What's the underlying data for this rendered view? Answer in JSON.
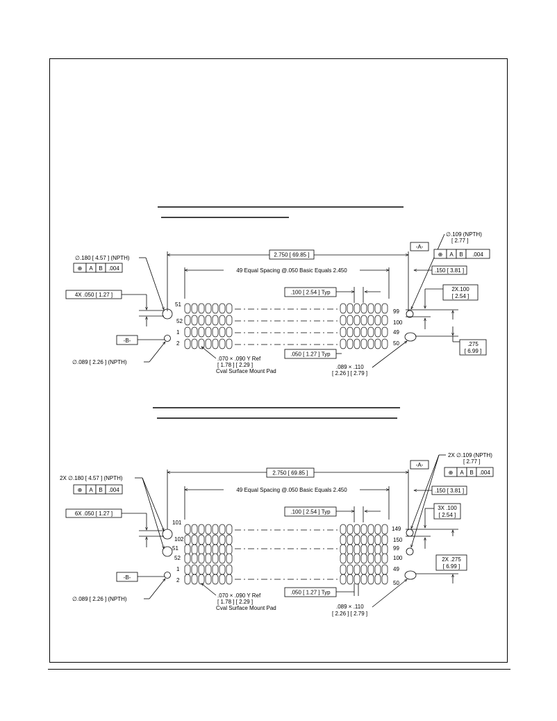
{
  "view1": {
    "overall_dim": "2.750 [ 69.85 ]",
    "spacing_dim": "49 Equal Spacing @.050 Basic Equals 2.450",
    "pitch_typ": ".100 [ 2.54 ] Typ",
    "row_pitch_typ": ".050 [ 1.27 ] Typ",
    "large_hole": "∅.180 [ 4.57 ] (NPTH)",
    "small_hole": "∅.089 [ 2.26 ] (NPTH)",
    "right_hole_1": "∅.109 (NPTH)",
    "right_hole_2": "[ 2.77 ]",
    "gtol_left": [
      "⊕",
      "A",
      "B",
      ".004"
    ],
    "gtol_right": [
      "⊕",
      "A",
      "B",
      ".004"
    ],
    "datum_a": "-A-",
    "datum_b": "-B-",
    "dim_4x": "4X .050 [ 1.27 ]",
    "dim_150": ".150 [ 3.81 ]",
    "dim_2x100_1": "2X.100",
    "dim_2x100_2": "[ 2.54 ]",
    "dim_275_1": ".275",
    "dim_275_2": "[ 6.99 ]",
    "pad_1": ".070 × .090 Y Ref",
    "pad_2": "[ 1.78 ]  [ 2.29 ]",
    "pad_3": "Cval Surface Mount Pad",
    "slot_1": ".089 × .110",
    "slot_2": "[ 2.26 ]  [ 2.79 ]",
    "pins": {
      "p51": "51",
      "p52": "52",
      "p1": "1",
      "p2": "2",
      "p99": "99",
      "p100": "100",
      "p49": "49",
      "p50": "50"
    }
  },
  "view2": {
    "overall_dim": "2.750 [ 69.85 ]",
    "spacing_dim": "49 Equal Spacing @.050 Basic Equals 2.450",
    "pitch_typ": ".100 [ 2.54 ] Typ",
    "row_pitch_typ": ".050 [ 1.27 ] Typ",
    "large_hole": "2X ∅.180 [ 4.57 ] (NPTH)",
    "small_hole": "∅.089 [ 2.26 ] (NPTH)",
    "right_hole_1": "2X ∅.109 (NPTH)",
    "right_hole_2": "[ 2.77 ]",
    "gtol_left": [
      "⊕",
      "A",
      "B",
      ".004"
    ],
    "gtol_right": [
      "⊕",
      "A",
      "B",
      ".004"
    ],
    "datum_a": "-A-",
    "datum_b": "-B-",
    "dim_6x": "6X .050 [ 1.27 ]",
    "dim_150": ".150 [ 3.81 ]",
    "dim_3x100_1": "3X .100",
    "dim_3x100_2": "[ 2.54 ]",
    "dim_2x275_1": "2X .275",
    "dim_2x275_2": "[ 6.99 ]",
    "pad_1": ".070 × .090 Y Ref",
    "pad_2": "[ 1.78 ]  [ 2.29 ]",
    "pad_3": "Cval Surface Mount Pad",
    "slot_1": ".089 × .110",
    "slot_2": "[ 2.26 ]  [ 2.79 ]",
    "pins": {
      "p101": "101",
      "p102": "102",
      "p51": "51",
      "p52": "52",
      "p1": "1",
      "p2": "2",
      "p149": "149",
      "p150": "150",
      "p99": "99",
      "p100": "100",
      "p49": "49",
      "p50": "50"
    }
  }
}
